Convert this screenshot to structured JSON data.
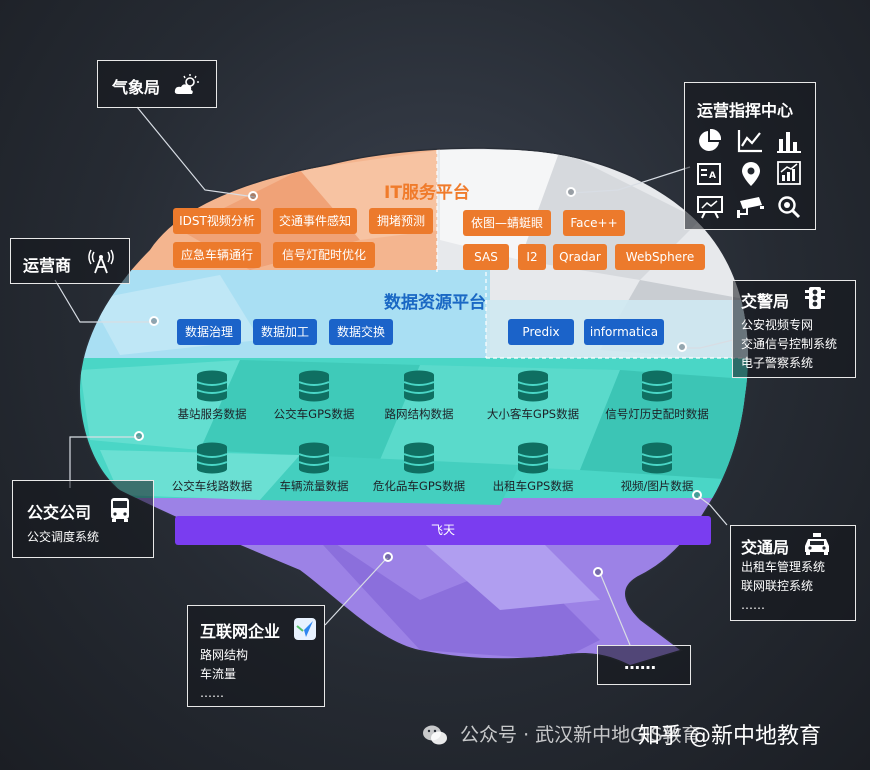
{
  "it_platform": {
    "title": "IT服务平台",
    "left_items": [
      "IDST视频分析",
      "交通事件感知",
      "拥堵预测",
      "应急车辆通行",
      "信号灯配时优化"
    ],
    "right_items": [
      "依图—蜻蜓眼",
      "Face++",
      "SAS",
      "I2",
      "Qradar",
      "WebSphere"
    ]
  },
  "data_platform": {
    "title": "数据资源平台",
    "left_items": [
      "数据治理",
      "数据加工",
      "数据交换"
    ],
    "right_items": [
      "Predix",
      "informatica"
    ]
  },
  "databases": {
    "row1": [
      "基站服务数据",
      "公交车GPS数据",
      "路网结构数据",
      "大小客车GPS数据",
      "信号灯历史配时数据"
    ],
    "row2": [
      "公交车线路数据",
      "车辆流量数据",
      "危化品车GPS数据",
      "出租车GPS数据",
      "视频/图片数据"
    ]
  },
  "feitian": "飞天",
  "callouts": {
    "weather": {
      "title": "气象局",
      "icon": "cloud-sun-icon"
    },
    "operator": {
      "title": "运营商",
      "icon": "antenna-icon"
    },
    "ops_center": {
      "title": "运营指挥中心",
      "icons": [
        "pie-chart-icon",
        "line-chart-icon",
        "bar-chart-icon",
        "id-card-icon",
        "map-pin-icon",
        "trend-chart-icon",
        "presentation-icon",
        "cctv-camera-icon",
        "search-icon"
      ]
    },
    "police": {
      "title": "交警局",
      "icon": "traffic-light-icon",
      "lines": [
        "公安视频专网",
        "交通信号控制系统",
        "电子警察系统"
      ]
    },
    "bus": {
      "title": "公交公司",
      "icon": "bus-icon",
      "lines": [
        "公交调度系统"
      ]
    },
    "transport": {
      "title": "交通局",
      "icon": "taxi-icon",
      "lines": [
        "出租车管理系统",
        "联网联控系统",
        "……"
      ]
    },
    "internet": {
      "title": "互联网企业",
      "icon": "map-app-icon",
      "lines": [
        "路网结构",
        "车流量",
        "……"
      ]
    },
    "more": {
      "title": "……"
    }
  },
  "watermark": {
    "wechat": "公众号 · 武汉新中地GIS教育",
    "zhihu": "知乎 @新中地教育"
  },
  "colors": {
    "orange": "#ec7a2c",
    "blue": "#1b63c9",
    "teal": "#4ad6c6",
    "purple": "#7a3df0",
    "title_orange": "#f07b2b",
    "title_blue": "#1a68c4"
  }
}
